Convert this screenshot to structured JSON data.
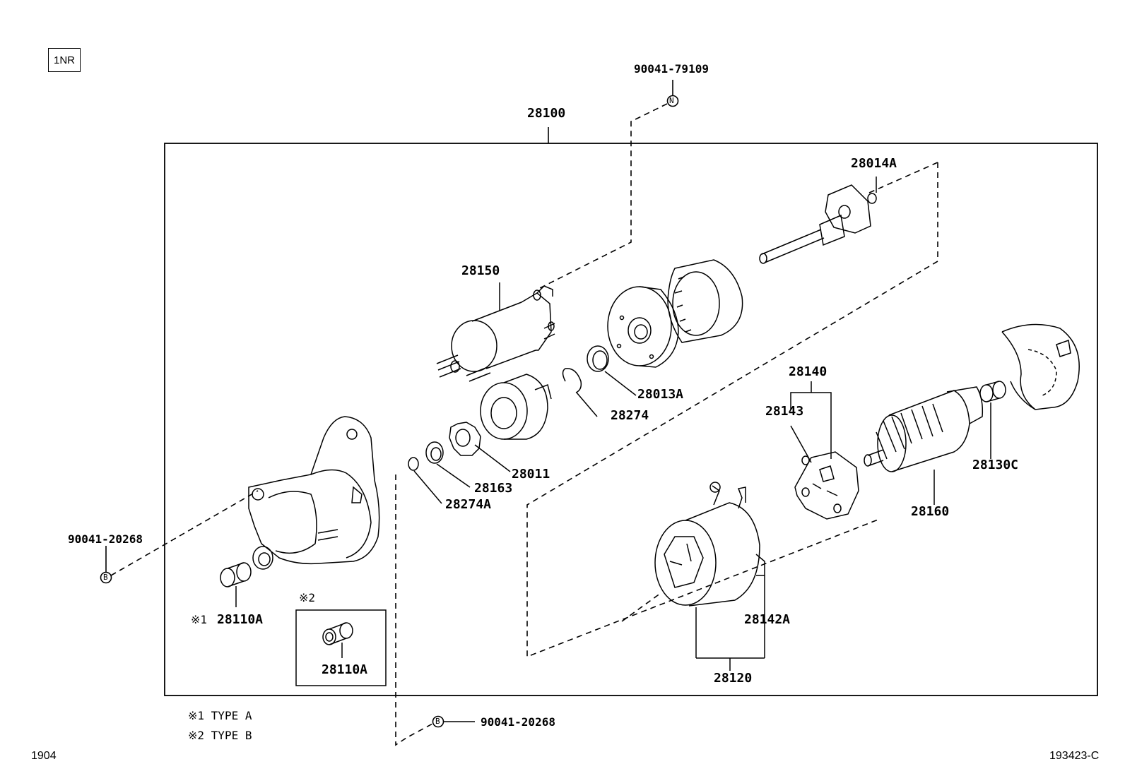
{
  "engine_code": "1NR",
  "corner": {
    "left": "1904",
    "right": "193423-C"
  },
  "callouts": {
    "p90041_79109": "90041-79109",
    "p28100": "28100",
    "p28014A": "28014A",
    "p28150": "28150",
    "p28013A": "28013A",
    "p28274": "28274",
    "p28140": "28140",
    "p28143": "28143",
    "p28011": "28011",
    "p28163": "28163",
    "p28274A": "28274A",
    "p28130C": "28130C",
    "p28160": "28160",
    "p90041_20268_left": "90041-20268",
    "p28110A_a": "28110A",
    "p28110A_b": "28110A",
    "p28142A": "28142A",
    "p28120": "28120",
    "p90041_20268_bottom": "90041-20268"
  },
  "markers": {
    "n": "N",
    "b_left": "B",
    "b_bottom": "B"
  },
  "notes": {
    "mark1": "※1",
    "mark2": "※2",
    "type_a": "※1 TYPE A",
    "type_b": "※2 TYPE B"
  }
}
